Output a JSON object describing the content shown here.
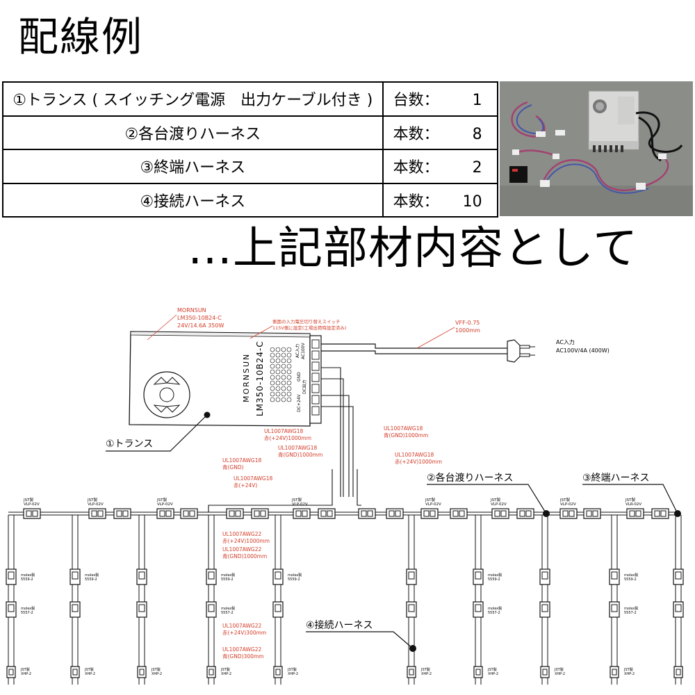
{
  "title": "配線例",
  "parts_table": {
    "rows": [
      {
        "name": "①トランス ( スイッチング電源　出力ケーブル付き )",
        "count_label": "台数：",
        "count": "1"
      },
      {
        "name": "②各台渡りハーネス",
        "count_label": "本数：",
        "count": "8"
      },
      {
        "name": "③終端ハーネス",
        "count_label": "本数：",
        "count": "2"
      },
      {
        "name": "④接続ハーネス",
        "count_label": "本数：",
        "count": "10"
      }
    ]
  },
  "subtitle": "…上記部材内容として",
  "diagram": {
    "psu": {
      "maker_label": "MORNSUN\nLM350-10B24-C\n24V/14.6A  350W",
      "maker_line1": "MORNSUN",
      "maker_line2": "LM350-10B24-C",
      "maker_line3": "24V/14.6A  350W",
      "body_brand": "MORNSUN",
      "body_model": "LM350-10B24-C",
      "switch_note_1": "側面の入力電圧切り替えスイッチ",
      "switch_note_2": "115V側に設定(工場出荷時設定済み)",
      "terminal_ac": "AC入力",
      "terminal_ac_v": "AC100V",
      "terminal_gnd": "GND",
      "terminal_dc": "DC+24V",
      "terminal_out": "DC出力"
    },
    "ac_cable": {
      "type": "VFF-0.75",
      "length": "1000mm",
      "input_1": "AC入力",
      "input_2": "AC100V/4A (400W)"
    },
    "labels": {
      "transformer": "①トランス",
      "relay_harness": "②各台渡りハーネス",
      "terminal_harness": "③終端ハーネス",
      "connection_harness": "④接続ハーネス"
    },
    "wires": {
      "psu_out_a_1": "UL1007AWG18",
      "psu_out_a_2": "赤(+24V)1000mm",
      "psu_out_a_3": "UL1007AWG18",
      "psu_out_a_4": "青(GND)1000mm",
      "psu_out_b_1": "UL1007AWG18",
      "psu_out_b_2": "青(GND)1000mm",
      "psu_out_c_1": "UL1007AWG18",
      "psu_out_c_2": "赤(+24V)1000mm",
      "branch_gnd_1": "UL1007AWG18",
      "branch_gnd_2": "青(GND)",
      "branch_24_1": "UL1007AWG18",
      "branch_24_2": "赤(+24V)",
      "drop_24_1": "UL1007AWG22",
      "drop_24_2": "赤(+24V)1000mm",
      "drop_gnd_1": "UL1007AWG22",
      "drop_gnd_2": "青(GND)1000mm",
      "short_24_1": "UL1007AWG22",
      "short_24_2": "赤(+24V)300mm",
      "short_gnd_1": "UL1007AWG22",
      "short_gnd_2": "青(GND)300mm"
    },
    "connectors": {
      "vlp": "JST製\nVLP-02V",
      "vlp_a": "JST製",
      "vlp_b": "VLP-02V",
      "vlr_b": "VLR-02V",
      "molex_a": "molex製",
      "molex_b": "5559-2",
      "molex_c": "5557-2",
      "xhp_a": "JST製",
      "xhp_b": "XHP-2"
    },
    "line_color": "#1a1a1a",
    "label_color": "#d23c28"
  }
}
